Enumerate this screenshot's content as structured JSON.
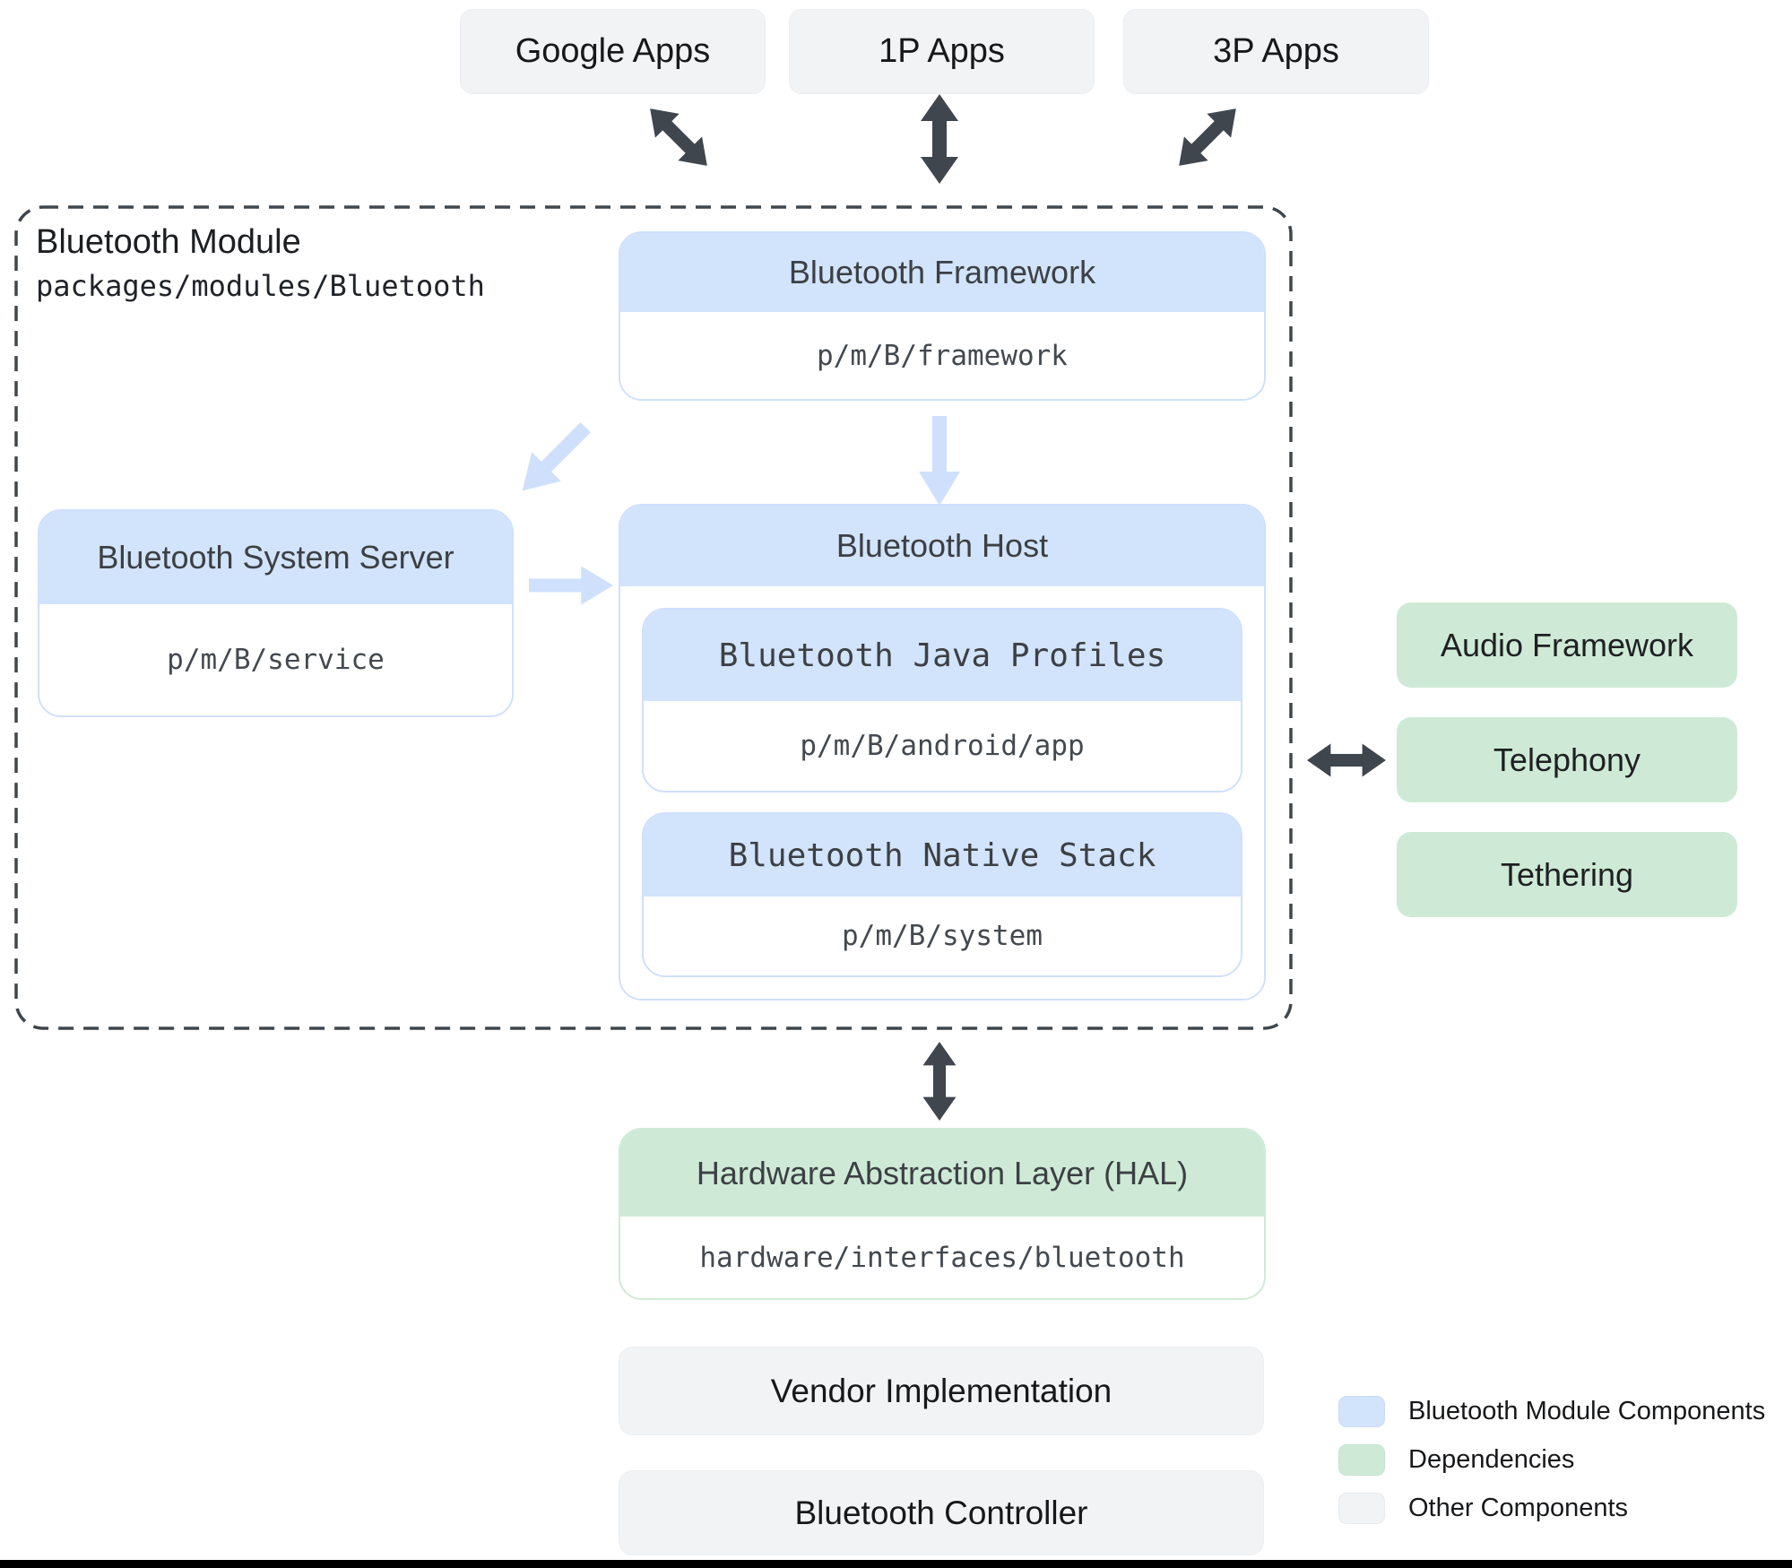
{
  "apps_row": {
    "items": [
      {
        "label": "Google Apps"
      },
      {
        "label": "1P Apps"
      },
      {
        "label": "3P Apps"
      }
    ]
  },
  "module": {
    "title": "Bluetooth Module",
    "path": "packages/modules/Bluetooth",
    "framework": {
      "title": "Bluetooth Framework",
      "path": "p/m/B/framework"
    },
    "system_server": {
      "title": "Bluetooth System Server",
      "path": "p/m/B/service"
    },
    "host": {
      "title": "Bluetooth Host",
      "java_profiles": {
        "title": "Bluetooth Java Profiles",
        "path": "p/m/B/android/app"
      },
      "native_stack": {
        "title": "Bluetooth Native Stack",
        "path": "p/m/B/system"
      }
    }
  },
  "dependencies": {
    "items": [
      {
        "label": "Audio Framework"
      },
      {
        "label": "Telephony"
      },
      {
        "label": "Tethering"
      }
    ]
  },
  "hal": {
    "title": "Hardware Abstraction Layer (HAL)",
    "path": "hardware/interfaces/bluetooth"
  },
  "vendor": {
    "label": "Vendor Implementation"
  },
  "controller": {
    "label": "Bluetooth Controller"
  },
  "legend": {
    "items": [
      {
        "label": "Bluetooth Module Components",
        "color": "#d2e3fc"
      },
      {
        "label": "Dependencies",
        "color": "#ceead6"
      },
      {
        "label": "Other Components",
        "color": "#f1f3f4"
      }
    ]
  },
  "colors": {
    "module_component_fill": "#d2e3fc",
    "dependency_fill": "#ceead6",
    "other_fill": "#f1f3f4",
    "dark_arrow": "#3f464d",
    "light_arrow": "#cfe0fc"
  }
}
